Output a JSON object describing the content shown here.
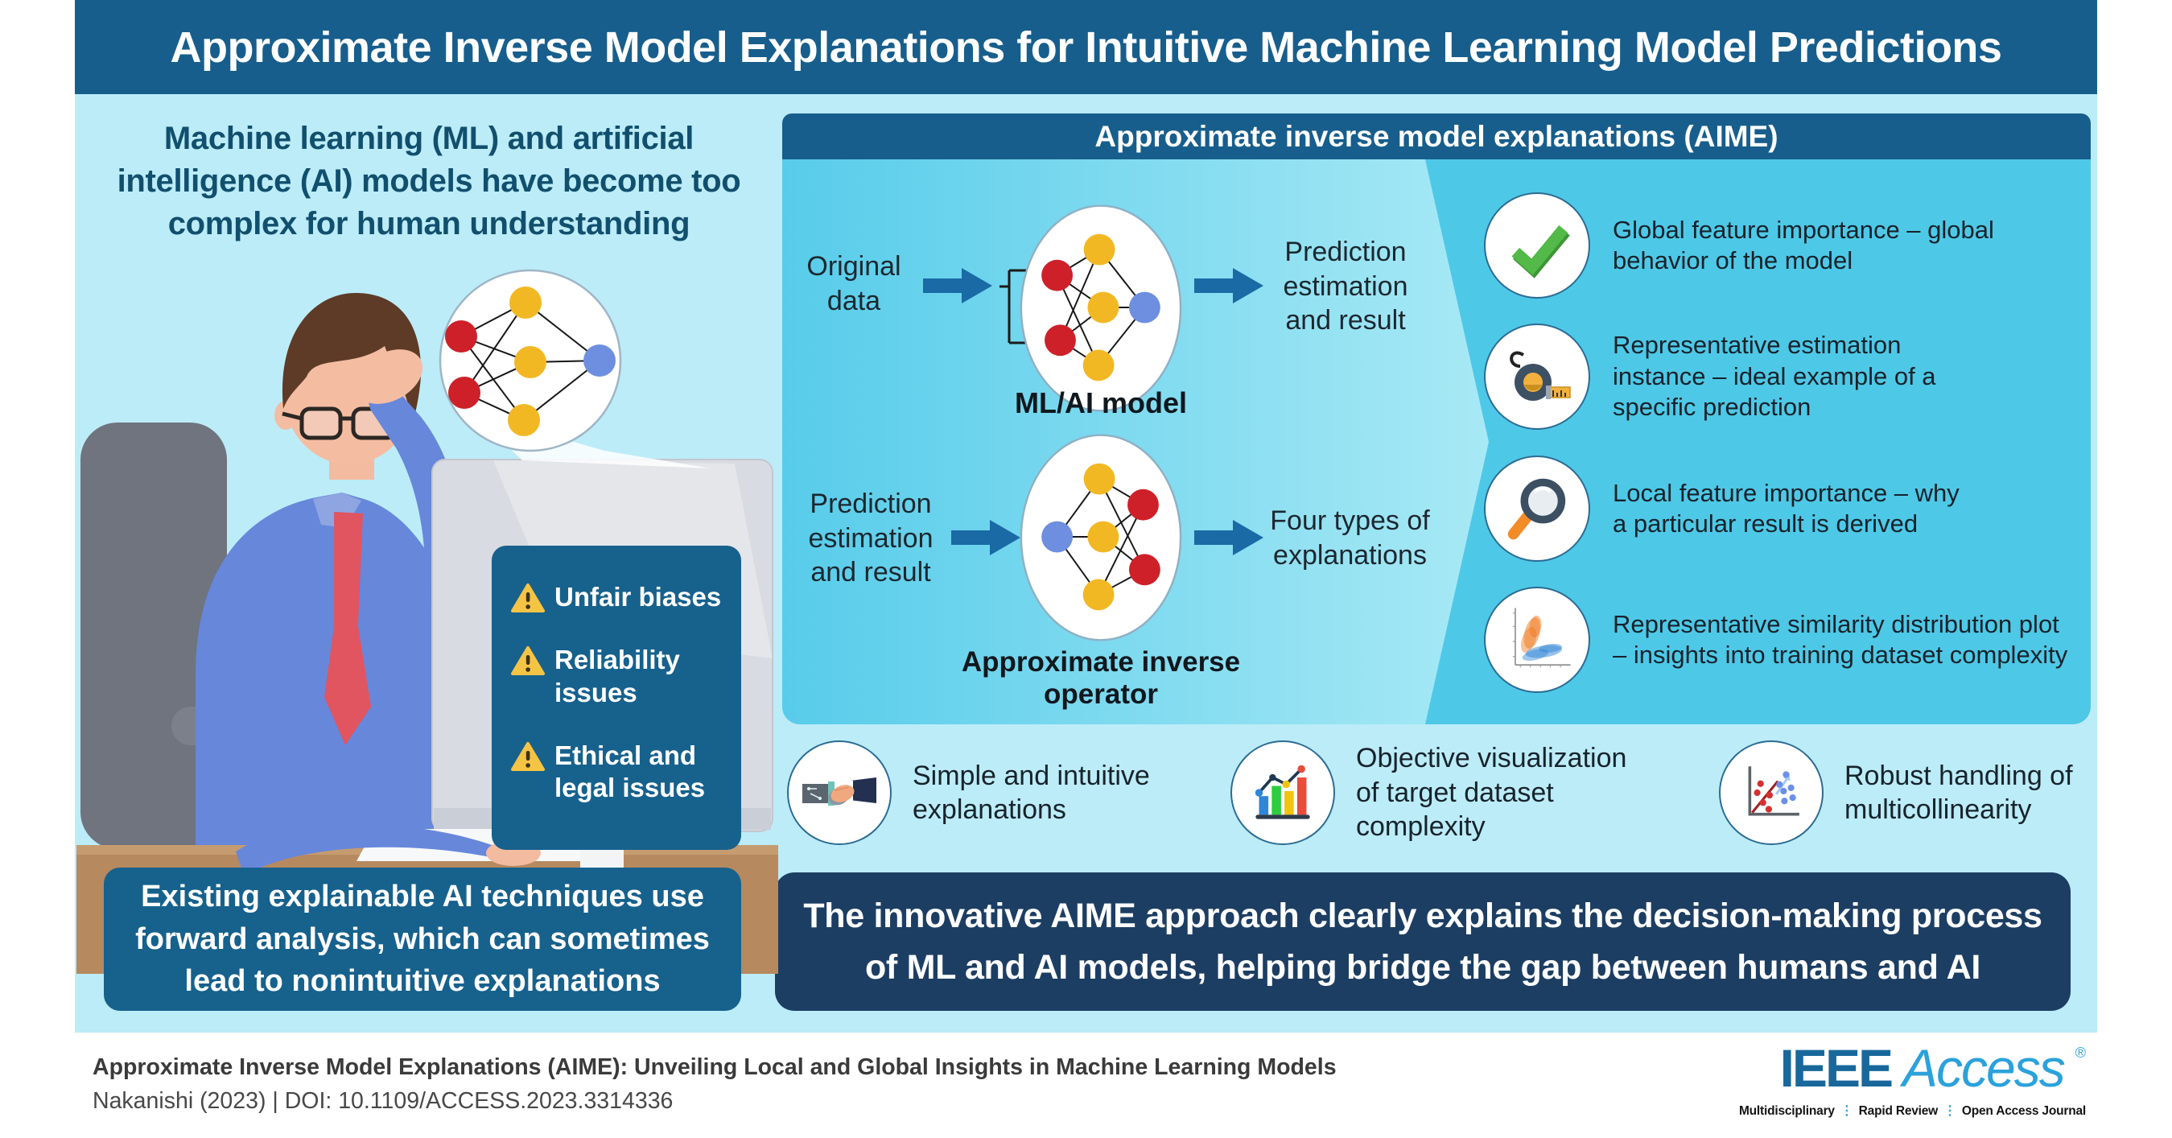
{
  "banner": {
    "title": "Approximate Inverse Model Explanations for Intuitive Machine Learning Model Predictions"
  },
  "left": {
    "intro": "Machine learning (ML) and artificial intelligence (AI) models have become too complex for human understanding",
    "warning_items": [
      {
        "icon": "warning-triangle-icon",
        "label": "Unfair biases"
      },
      {
        "icon": "warning-triangle-icon",
        "label": "Reliability issues"
      },
      {
        "icon": "warning-triangle-icon",
        "label": "Ethical and legal issues"
      }
    ],
    "existing_box": "Existing explainable AI techniques use forward analysis, which can sometimes lead to nonintuitive explanations"
  },
  "aime_panel": {
    "header": "Approximate inverse model explanations (AIME)",
    "flow1": {
      "input": "Original data",
      "model_label": "ML/AI model",
      "output": "Prediction estimation and result"
    },
    "flow2": {
      "input": "Prediction estimation and result",
      "model_label": "Approximate inverse operator",
      "output": "Four types of explanations"
    },
    "explanations": [
      {
        "icon": "checkmark-icon",
        "text": "Global feature importance – global behavior of the model"
      },
      {
        "icon": "tape-measure-icon",
        "text": "Representative estimation instance – ideal example of a specific prediction"
      },
      {
        "icon": "magnifier-icon",
        "text": "Local feature importance – why a particular result is derived"
      },
      {
        "icon": "distribution-plot-icon",
        "text": "Representative similarity distribution plot – insights into training dataset complexity"
      }
    ]
  },
  "features": [
    {
      "icon": "handshake-icon",
      "text": "Simple and intuitive explanations"
    },
    {
      "icon": "bar-chart-icon",
      "text": "Objective visualization of target dataset complexity"
    },
    {
      "icon": "scatter-plot-icon",
      "text": "Robust handling of multicollinearity"
    }
  ],
  "conclusion": "The innovative AIME approach clearly explains the decision-making process of ML and AI models, helping bridge the gap between humans and AI",
  "footer": {
    "citation_title": "Approximate Inverse Model Explanations (AIME): Unveiling Local and Global Insights in Machine Learning Models",
    "citation_line": "Nakanishi (2023) | DOI: 10.1109/ACCESS.2023.3314336",
    "journal": {
      "ieee": "IEEE",
      "access": "Access",
      "reg": "®",
      "separator": "⋮",
      "tagline_parts": [
        "Multidisciplinary",
        "Rapid Review",
        "Open Access Journal"
      ]
    }
  },
  "colors": {
    "banner_blue": "#175E8C",
    "page_cyan": "#BCECF8",
    "panel_cyan": "#4EC8E7",
    "box_blue": "#17618D",
    "conclusion_navy": "#1D3E63",
    "ieee_blue": "#19689B",
    "access_blue": "#2BA2DB",
    "warning_yellow": "#F6C445",
    "node_red": "#CE2029",
    "node_yellow": "#F2B824",
    "node_blue": "#6E8FE0",
    "arrow_blue": "#1A6AA5"
  }
}
